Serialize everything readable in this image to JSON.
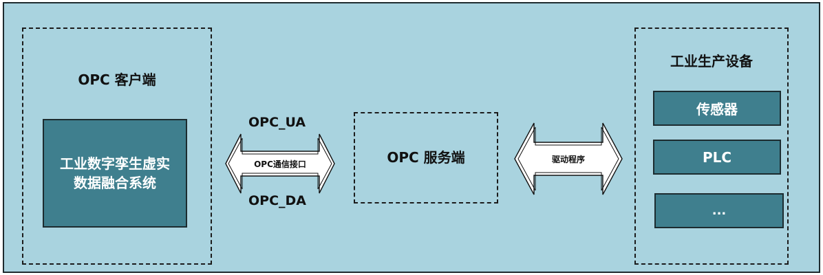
{
  "client": {
    "title": "OPC 客户端",
    "system_line1": "工业数字孪生虚实",
    "system_line2": "数据融合系统"
  },
  "protocol": {
    "top": "OPC_UA",
    "middle": "OPC通信接口",
    "bottom": "OPC_DA"
  },
  "server": {
    "title": "OPC 服务端"
  },
  "driver": {
    "label": "驱动程序"
  },
  "devices": {
    "title": "工业生产设备",
    "items": [
      "传感器",
      "PLC",
      "..."
    ]
  },
  "colors": {
    "background": "#a9d3df",
    "box_fill": "#3f7f8e",
    "border": "#1b1b1b"
  }
}
